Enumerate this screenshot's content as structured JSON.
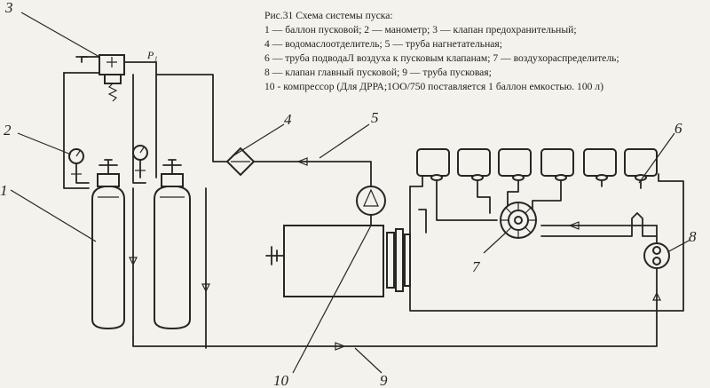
{
  "caption": {
    "title": "Рис.31 Схема системы пуска:",
    "lines": [
      "1 — баллон пусковой; 2 — манометр; 3 — клапан предохранительный;",
      "4 — водомаслоотделитель; 5 — труба нагнетательная;",
      "6 — труба подводаЛ воздуха к пусковым клапанам; 7 — воздухораспределитель;",
      "8 — клапан главный пусковой; 9 — труба пусковая;",
      "10 - компрессор (Для ДРРА;1ОО/750 поставляется 1 баллон емкостью. 100 л)"
    ]
  },
  "labels": {
    "n1": "1",
    "n2": "2",
    "n3": "3",
    "n4": "4",
    "n5": "5",
    "n6": "6",
    "n7": "7",
    "n8": "8",
    "n9": "9",
    "n10": "10",
    "p1": "P₁"
  }
}
